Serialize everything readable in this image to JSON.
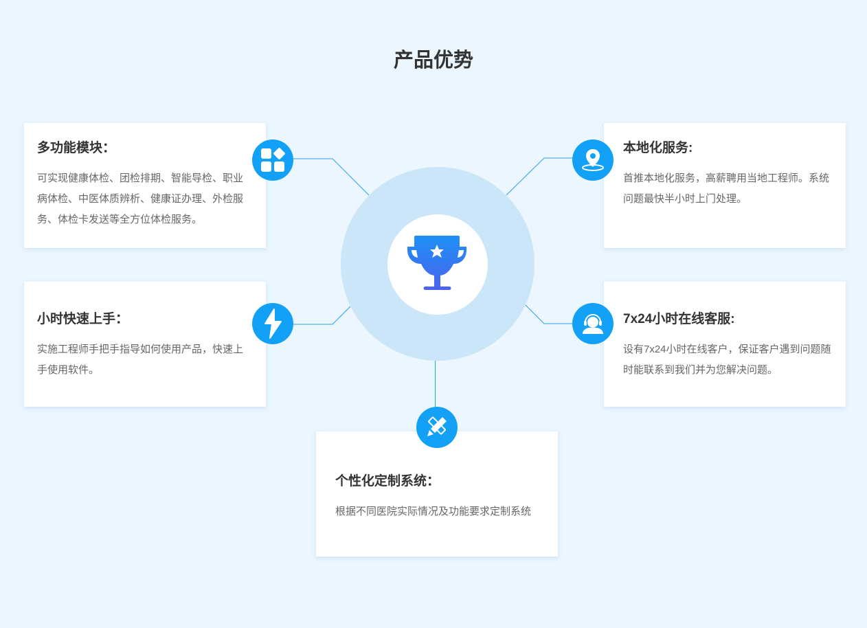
{
  "title": "产品优势",
  "features": [
    {
      "title": "多功能模块：",
      "desc": "可实现健康体检、团检排期、智能导检、职业病体检、中医体质辨析、健康证办理、外检服务、体检卡发送等全方位体检服务。",
      "icon": "apps-icon"
    },
    {
      "title": "小时快速上手：",
      "desc": "实施工程师手把手指导如何使用产品，快速上手使用软件。",
      "icon": "lightning-icon"
    },
    {
      "title": "本地化服务:",
      "desc": "首推本地化服务，高薪聘用当地工程师。系统问题最快半小时上门处理。",
      "icon": "location-icon"
    },
    {
      "title": "7x24小时在线客服:",
      "desc": "设有7x24小时在线客户，保证客户遇到问题随时能联系到我们并为您解决问题。",
      "icon": "headset-icon"
    },
    {
      "title": "个性化定制系统：",
      "desc": "根据不同医院实际情况及功能要求定制系统",
      "icon": "pencil-ruler-icon"
    }
  ],
  "colors": {
    "accent": "#13a0f7",
    "background": "#ebf6fe",
    "ring": "#cae6f8"
  }
}
